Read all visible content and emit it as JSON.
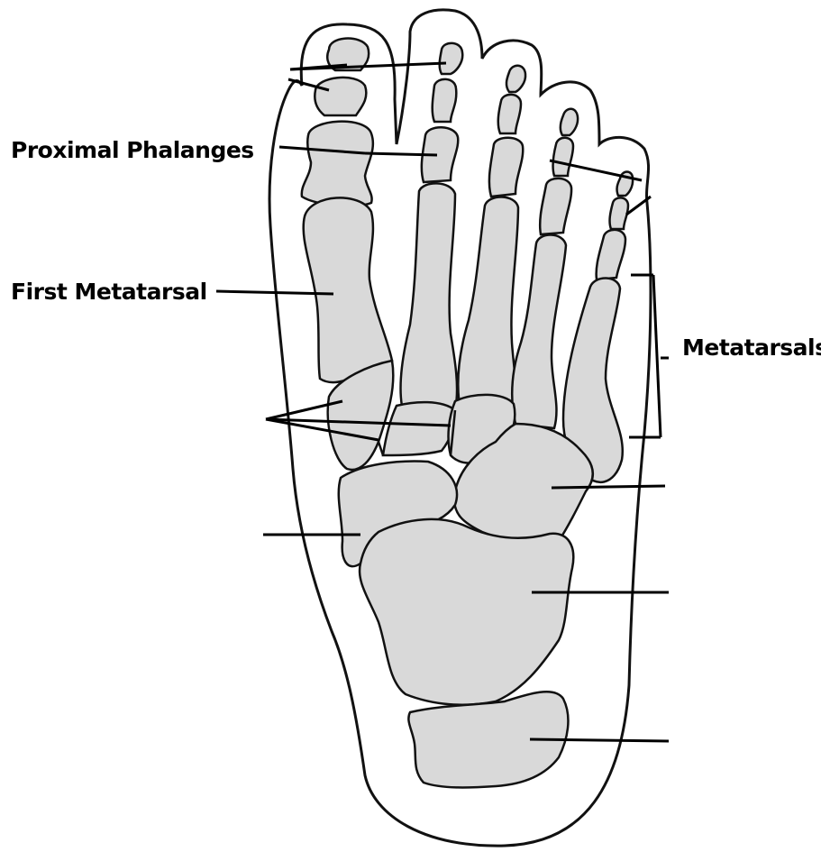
{
  "labels": {
    "proximal_phalanges": "Proximal Phalanges",
    "first_metatarsal": "First Metatarsal",
    "metatarsals": "Metatarsals"
  },
  "colors": {
    "bone_fill": "#d9d9d9",
    "line": "#000000",
    "background": "#ffffff"
  }
}
